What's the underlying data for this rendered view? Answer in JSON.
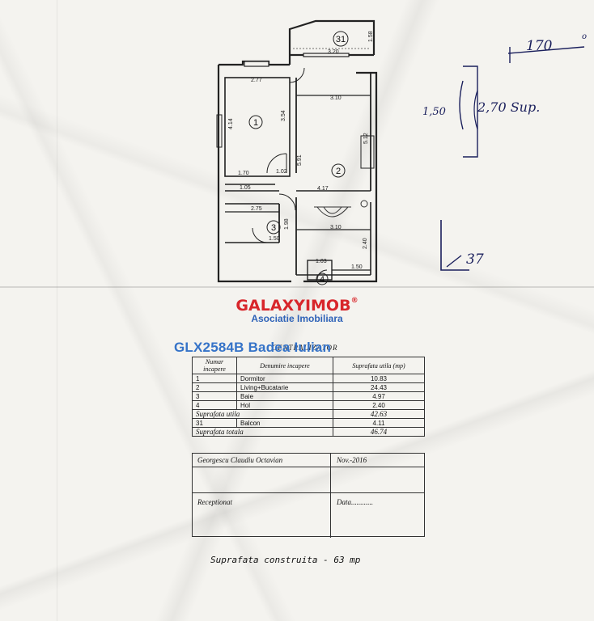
{
  "plan": {
    "rooms": [
      {
        "number": "1"
      },
      {
        "number": "2"
      },
      {
        "number": "3"
      },
      {
        "number": "4"
      },
      {
        "number": "31"
      }
    ],
    "dimensions": [
      "2.77",
      "4.14",
      "3.54",
      "3.10",
      "3.20",
      "1.58",
      "5.12",
      "1.70",
      "1.02",
      "1.05",
      "5.91",
      "4.17",
      "2.75",
      "1.98",
      "3.10",
      "1.50",
      "1.03",
      "1.50",
      "2.40"
    ]
  },
  "handwriting": {
    "top_right": "170",
    "side_left": "1,50",
    "side_right": "2,70 Sup.",
    "lower_right": "37"
  },
  "watermark": {
    "brand_name": "GALAXYIMOB",
    "registered_mark": "®",
    "brand_tagline": "Asociatie Imobiliara",
    "listing_id": "GLX2584B Badea Iulian"
  },
  "table": {
    "title": "CENTRALIZATOR",
    "headers": [
      "Numar incapere",
      "Denumire incapere",
      "Suprafata utila (mp)"
    ],
    "rows": [
      {
        "no": "1",
        "name": "Dormitor",
        "area": "10.83"
      },
      {
        "no": "2",
        "name": "Living+Bucatarie",
        "area": "24.43"
      },
      {
        "no": "3",
        "name": "Baie",
        "area": "4.97"
      },
      {
        "no": "4",
        "name": "Hol",
        "area": "2.40"
      }
    ],
    "useful_label": "Suprafata utila",
    "useful_value": "42.63",
    "balcony": {
      "no": "31",
      "name": "Balcon",
      "area": "4.11"
    },
    "total_label": "Suprafata totala",
    "total_value": "46.74"
  },
  "signatures": {
    "author": "Georgescu Claudiu Octavian",
    "date": "Nov.-2016",
    "received_label": "Receptionat",
    "date_label": "Data",
    "date_dots": "............"
  },
  "footer": {
    "built_area": "Suprafata construita - 63 mp"
  }
}
